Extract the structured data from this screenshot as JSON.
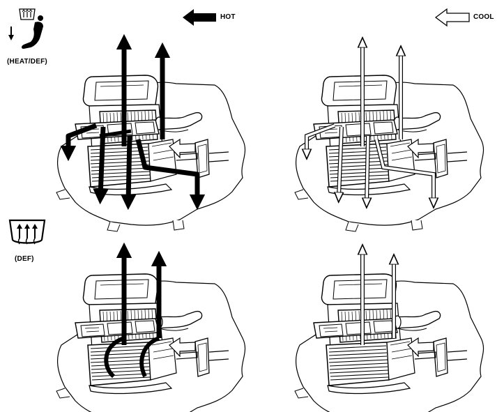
{
  "legend": {
    "hot_label": "HOT",
    "cool_label": "COOL"
  },
  "modes": [
    {
      "id": "heat-def",
      "label": "(HEAT/DEF)",
      "icon": "heat-defrost-mode-icon"
    },
    {
      "id": "def",
      "label": "(DEF)",
      "icon": "windshield-defrost-icon"
    }
  ],
  "colors": {
    "hot_arrow": "#000000",
    "cool_arrow": "#ffffff",
    "line": "#000000"
  }
}
